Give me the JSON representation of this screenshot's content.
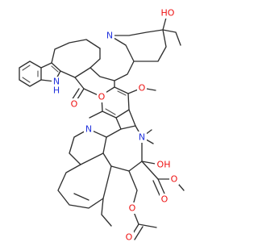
{
  "molecule": {
    "colors": {
      "carbon": "#303030",
      "nitrogen": "#2233dd",
      "oxygen": "#ee1111",
      "background": "#ffffff"
    },
    "atoms": {
      "oh_top": "HO",
      "n_top": "N",
      "nh_indole": "N",
      "nh_h": "H",
      "o_carbonyl_left": "O",
      "o_ester_left": "O",
      "o_methoxy": "O",
      "n_methyl": "N",
      "n_bottom": "N",
      "oh_mid": "OH",
      "o_ester_right_1": "O",
      "o_ester_right_2": "O",
      "o_acetoxy": "O",
      "o_acetyl": "O"
    }
  }
}
